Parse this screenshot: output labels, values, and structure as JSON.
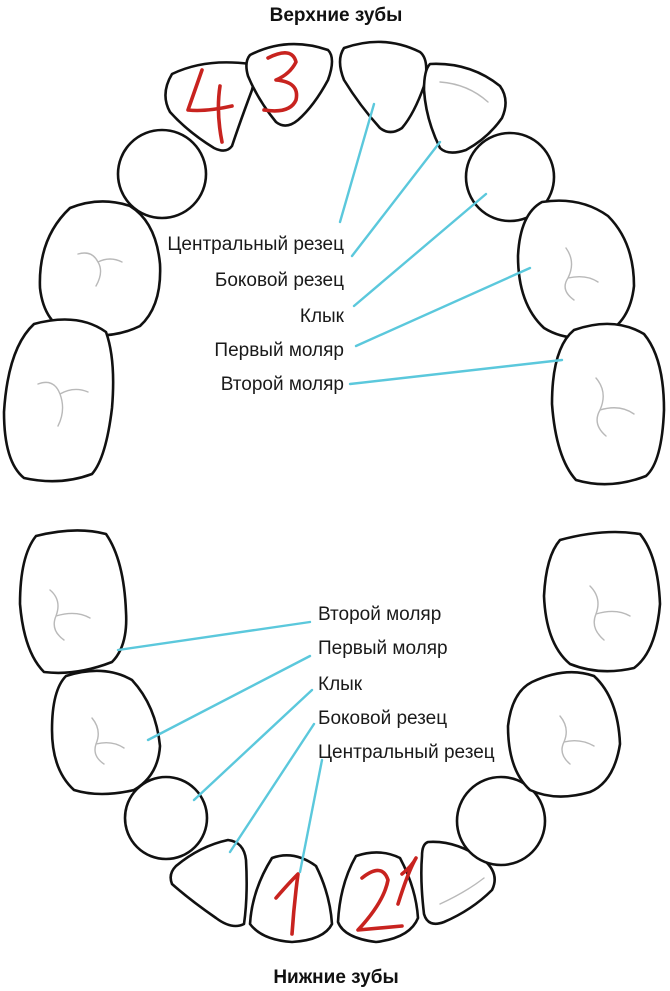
{
  "upper": {
    "title": "Верхние зубы",
    "labels": [
      "Центральный резец",
      "Боковой резец",
      "Клык",
      "Первый моляр",
      "Второй моляр"
    ],
    "handwritten_marks": [
      "4",
      "3"
    ]
  },
  "lower": {
    "title": "Нижние зубы",
    "labels": [
      "Второй моляр",
      "Первый моляр",
      "Клык",
      "Боковой резец",
      "Центральный резец"
    ],
    "handwritten_marks": [
      "1",
      "2"
    ]
  },
  "colors": {
    "leader_line": "#5bc8dc",
    "tooth_outline": "#111111",
    "handwriting": "#c8231f"
  }
}
